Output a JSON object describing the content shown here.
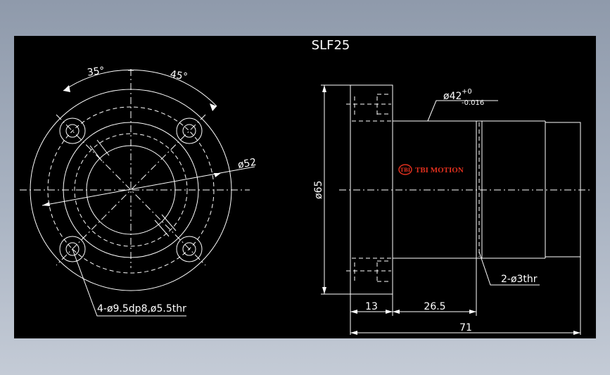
{
  "drawing": {
    "title": "SLF25",
    "angle_left": "35°",
    "angle_right": "45°",
    "dia_pcd": "ø52",
    "holes_note": "4-ø9.5dp8,ø5.5thr",
    "flange_dia": "ø65",
    "shaft_dia": "ø42",
    "shaft_tol_upper": "+0",
    "shaft_tol_lower": "-0.016",
    "oil_hole": "2-ø3thr",
    "dim_flange": "13",
    "dim_body": "26.5",
    "dim_total": "71",
    "logo_text": "TBI MOTION",
    "logo_badge": "TBI"
  },
  "colors": {
    "background": "#000000",
    "line": "#ffffff",
    "logo": "#e0301e",
    "frame": "#9aa4b5"
  }
}
